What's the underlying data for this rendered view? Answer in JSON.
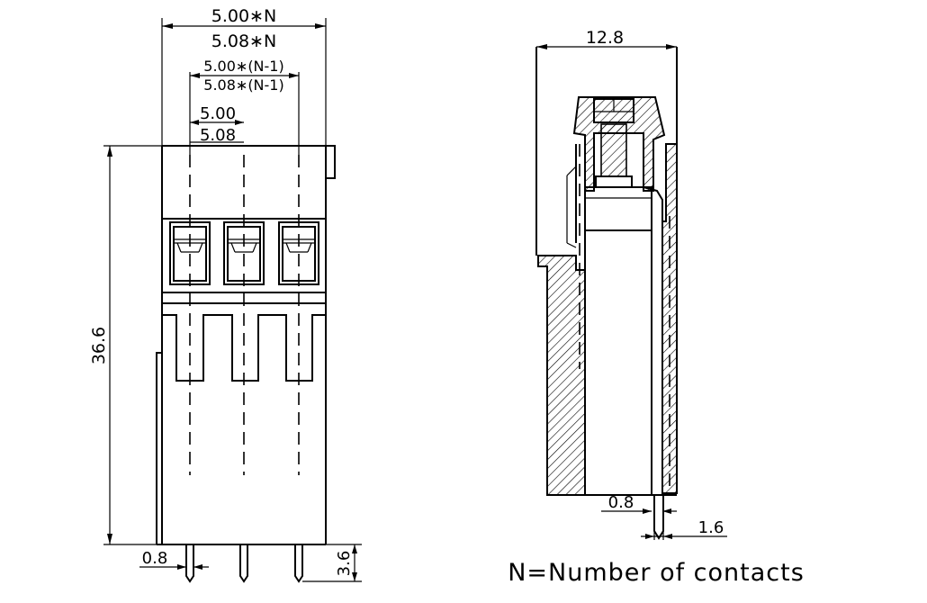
{
  "drawing": {
    "front_view": {
      "dims": {
        "total_width_500": "5.00∗N",
        "total_width_508": "5.08∗N",
        "inner_width_500": "5.00∗(N-1)",
        "inner_width_508": "5.08∗(N-1)",
        "pitch_500": "5.00",
        "pitch_508": "5.08",
        "height": "36.6",
        "pin_width": "0.8",
        "pin_length": "3.6"
      }
    },
    "side_view": {
      "dims": {
        "depth": "12.8",
        "wall": "0.8",
        "offset": "1.6"
      }
    },
    "note": "N=Number of contacts"
  }
}
